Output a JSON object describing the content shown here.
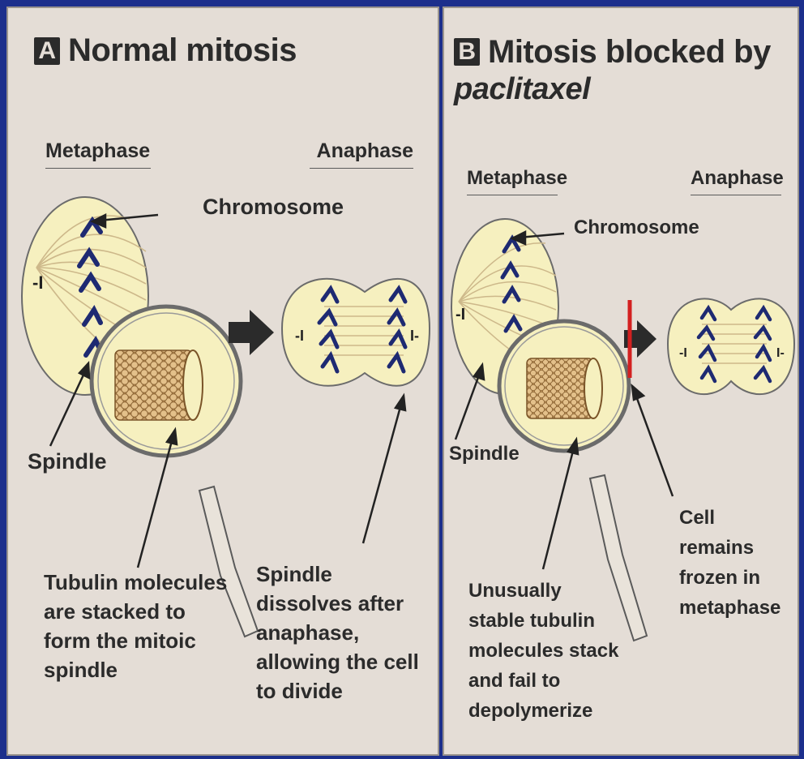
{
  "panel_a": {
    "badge": "A",
    "title": "Normal mitosis",
    "metaphase": "Metaphase",
    "anaphase": "Anaphase",
    "chromosome": "Chromosome",
    "spindle": "Spindle",
    "tubulin_caption": "Tubulin molecules are stacked to form the mitoic spindle",
    "dissolve_caption": "Spindle dissolves after anaphase, allowing the cell to divide"
  },
  "panel_b": {
    "badge": "B",
    "title": "Mitosis blocked by",
    "title_italic": "paclitaxel",
    "metaphase": "Metaphase",
    "anaphase": "Anaphase",
    "chromosome": "Chromosome",
    "spindle": "Spindle",
    "stable_caption": "Unusually stable tubulin molecules stack and fail to depolymerize",
    "frozen_caption": "Cell remains frozen in metaphase"
  },
  "colors": {
    "background": "#1c2f8c",
    "panel": "#e4ddd6",
    "cell": "#f6f0bf",
    "chromosome": "#1e2a72",
    "tubulin": "#b88d52",
    "block_marker": "#d32020"
  }
}
